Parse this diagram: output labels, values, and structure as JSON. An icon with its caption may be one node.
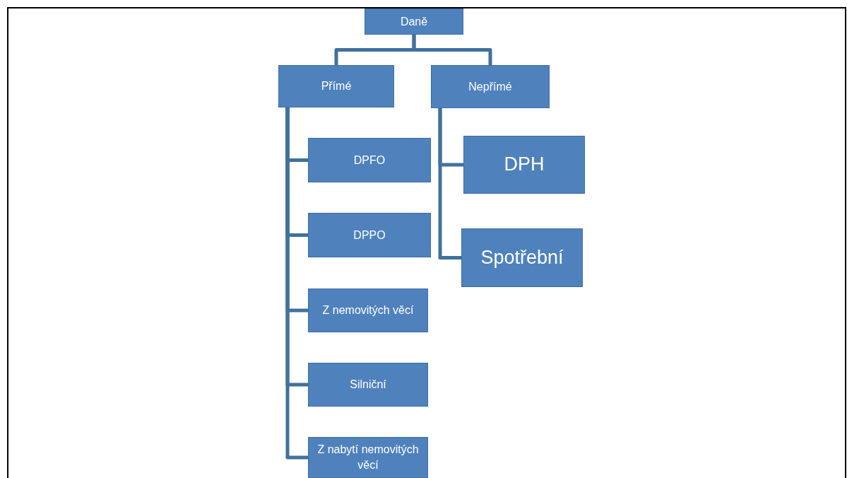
{
  "diagram": {
    "nodes": [
      {
        "text": [
          "Daně"
        ]
      },
      {
        "text": [
          "Přímé"
        ]
      },
      {
        "text": [
          "Nepřímé"
        ]
      },
      {
        "text": [
          "DPFO"
        ]
      },
      {
        "text": [
          "DPPO"
        ]
      },
      {
        "text": [
          "Z nemovitých věcí"
        ]
      },
      {
        "text": [
          "Silniční"
        ]
      },
      {
        "text": [
          "Z nabytí nemovitých věcí"
        ]
      },
      {
        "text": [
          "DPH"
        ]
      },
      {
        "text": [
          "Spotřební"
        ]
      }
    ],
    "edges": [
      {
        "from": 0,
        "to": 1,
        "arrow": "none"
      },
      {
        "from": 0,
        "to": 2,
        "arrow": "none"
      },
      {
        "from": 1,
        "to": 3,
        "arrow": "none"
      },
      {
        "from": 1,
        "to": 4,
        "arrow": "none"
      },
      {
        "from": 1,
        "to": 5,
        "arrow": "none"
      },
      {
        "from": 1,
        "to": 6,
        "arrow": "none"
      },
      {
        "from": 1,
        "to": 7,
        "arrow": "none"
      },
      {
        "from": 2,
        "to": 8,
        "arrow": "none"
      },
      {
        "from": 2,
        "to": 9,
        "arrow": "none"
      }
    ]
  }
}
